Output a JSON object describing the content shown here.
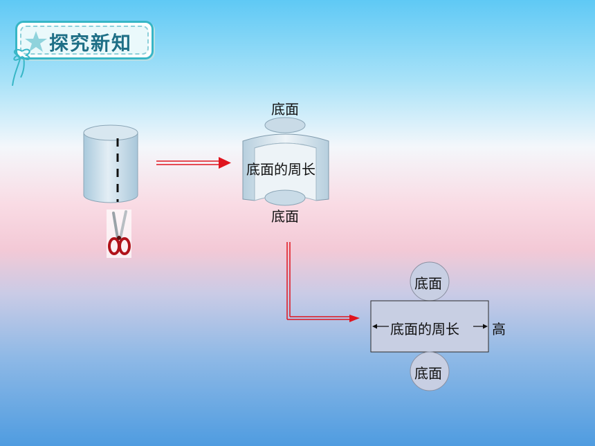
{
  "header": {
    "title": "探究新知"
  },
  "colors": {
    "arrow": "#e0141e",
    "cylinder": "#c9dde9",
    "rect_fill": "#c8cfe3",
    "badge_border": "#37b6c6"
  },
  "unrolled": {
    "top_label": "底面",
    "center_label": "底面的周长",
    "bottom_label": "底面"
  },
  "net": {
    "top_circle_label": "底面",
    "rect_label": "底面的周长",
    "height_label": "高",
    "bottom_circle_label": "底面"
  },
  "icons": [
    "star-icon",
    "ribbon-icon",
    "scissors-icon"
  ]
}
